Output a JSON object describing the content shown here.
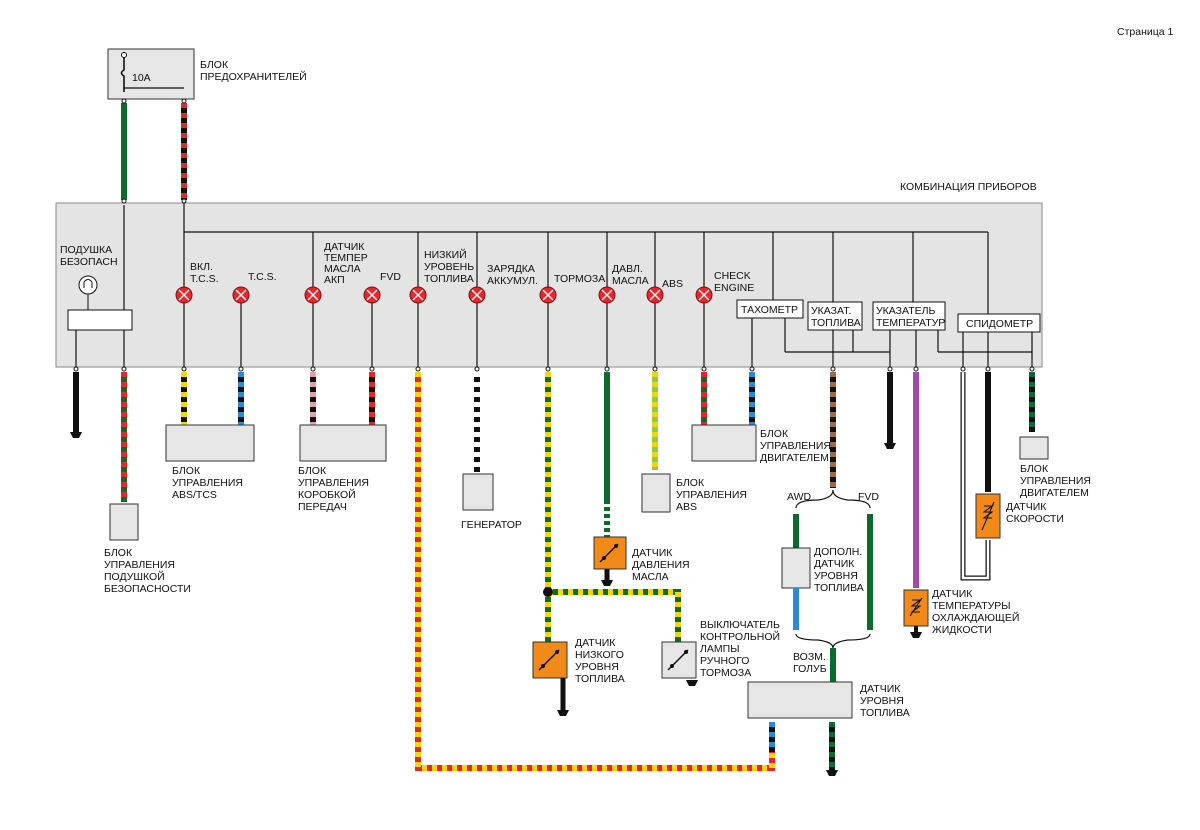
{
  "page_label": "Страница 1",
  "fuse_box": {
    "title_lines": [
      "БЛОК",
      "ПРЕДОХРАНИТЕЛЕЙ"
    ],
    "rating": "10A"
  },
  "cluster": {
    "title": "КОМБИНАЦИЯ ПРИБОРОВ"
  },
  "airbag_lamp": {
    "lines": [
      "ПОДУШКА",
      "БЕЗОПАСН"
    ]
  },
  "indicators": [
    {
      "lines": [
        "ВКЛ.",
        "T.C.S."
      ]
    },
    {
      "lines": [
        "T.C.S."
      ]
    },
    {
      "lines": [
        "ДАТЧИК",
        "ТЕМПЕР",
        "МАСЛА",
        "АКП"
      ]
    },
    {
      "lines": [
        "FVD"
      ]
    },
    {
      "lines": [
        "НИЗКИЙ",
        "УРОВЕНЬ",
        "ТОПЛИВА"
      ]
    },
    {
      "lines": [
        "ЗАРЯДКА",
        "АККУМУЛ."
      ]
    },
    {
      "lines": [
        "ТОРМОЗА"
      ]
    },
    {
      "lines": [
        "ДАВЛ.",
        "МАСЛА"
      ]
    },
    {
      "lines": [
        "ABS"
      ]
    },
    {
      "lines": [
        "CHECK",
        "ENGINE"
      ]
    }
  ],
  "gauges": [
    {
      "lines": [
        "ТАХОМЕТР"
      ]
    },
    {
      "lines": [
        "УКАЗАТ.",
        "ТОПЛИВА"
      ]
    },
    {
      "lines": [
        "УКАЗАТЕЛЬ",
        "ТЕМПЕРАТУР"
      ]
    },
    {
      "lines": [
        "СПИДОМЕТР"
      ]
    }
  ],
  "external_units": {
    "airbag_ecu": [
      "БЛОК",
      "УПРАВЛЕНИЯ",
      "ПОДУШКОЙ",
      "БЕЗОПАСНОСТИ"
    ],
    "abs_tcs_ecu": [
      "БЛОК",
      "УПРАВЛЕНИЯ",
      "ABS/TCS"
    ],
    "transmission_ecu": [
      "БЛОК",
      "УПРАВЛЕНИЯ",
      "КОРОБКОЙ",
      "ПЕРЕДАЧ"
    ],
    "generator": [
      "ГЕНЕРАТОР"
    ],
    "abs_ecu": [
      "БЛОК",
      "УПРАВЛЕНИЯ",
      "ABS"
    ],
    "engine_ecu_1": [
      "БЛОК",
      "УПРАВЛЕНИЯ",
      "ДВИГАТЕЛЕМ"
    ],
    "engine_ecu_2": [
      "БЛОК",
      "УПРАВЛЕНИЯ",
      "ДВИГАТЕЛЕМ"
    ],
    "oil_pressure_sensor": [
      "ДАТЧИК",
      "ДАВЛЕНИЯ",
      "МАСЛА"
    ],
    "low_fuel_sensor": [
      "ДАТЧИК",
      "НИЗКОГО",
      "УРОВНЯ",
      "ТОПЛИВА"
    ],
    "parking_brake_switch": [
      "ВЫКЛЮЧАТЕЛЬ",
      "КОНТРОЛЬНОЙ",
      "ЛАМПЫ",
      "РУЧНОГО",
      "ТОРМОЗА"
    ],
    "aux_fuel_sensor": [
      "ДОПОЛН.",
      "ДАТЧИК",
      "УРОВНЯ",
      "ТОПЛИВА"
    ],
    "fuel_level_sensor": [
      "ДАТЧИК",
      "УРОВНЯ",
      "ТОПЛИВА"
    ],
    "coolant_temp_sensor": [
      "ДАТЧИК",
      "ТЕМПЕРАТУРЫ",
      "ОХЛАЖДАЮЩЕЙ",
      "ЖИДКОСТИ"
    ],
    "speed_sensor": [
      "ДАТЧИК",
      "СКОРОСТИ"
    ]
  },
  "variant_labels": {
    "awd": "AWD",
    "fvd": "FVD",
    "air_vent": [
      "ВОЗМ.",
      "ГОЛУБ"
    ]
  },
  "colors": {
    "lamp_red": "#e8262b",
    "sensor_orange": "#f28a1a",
    "cluster_fill": "#e4e4e4"
  }
}
